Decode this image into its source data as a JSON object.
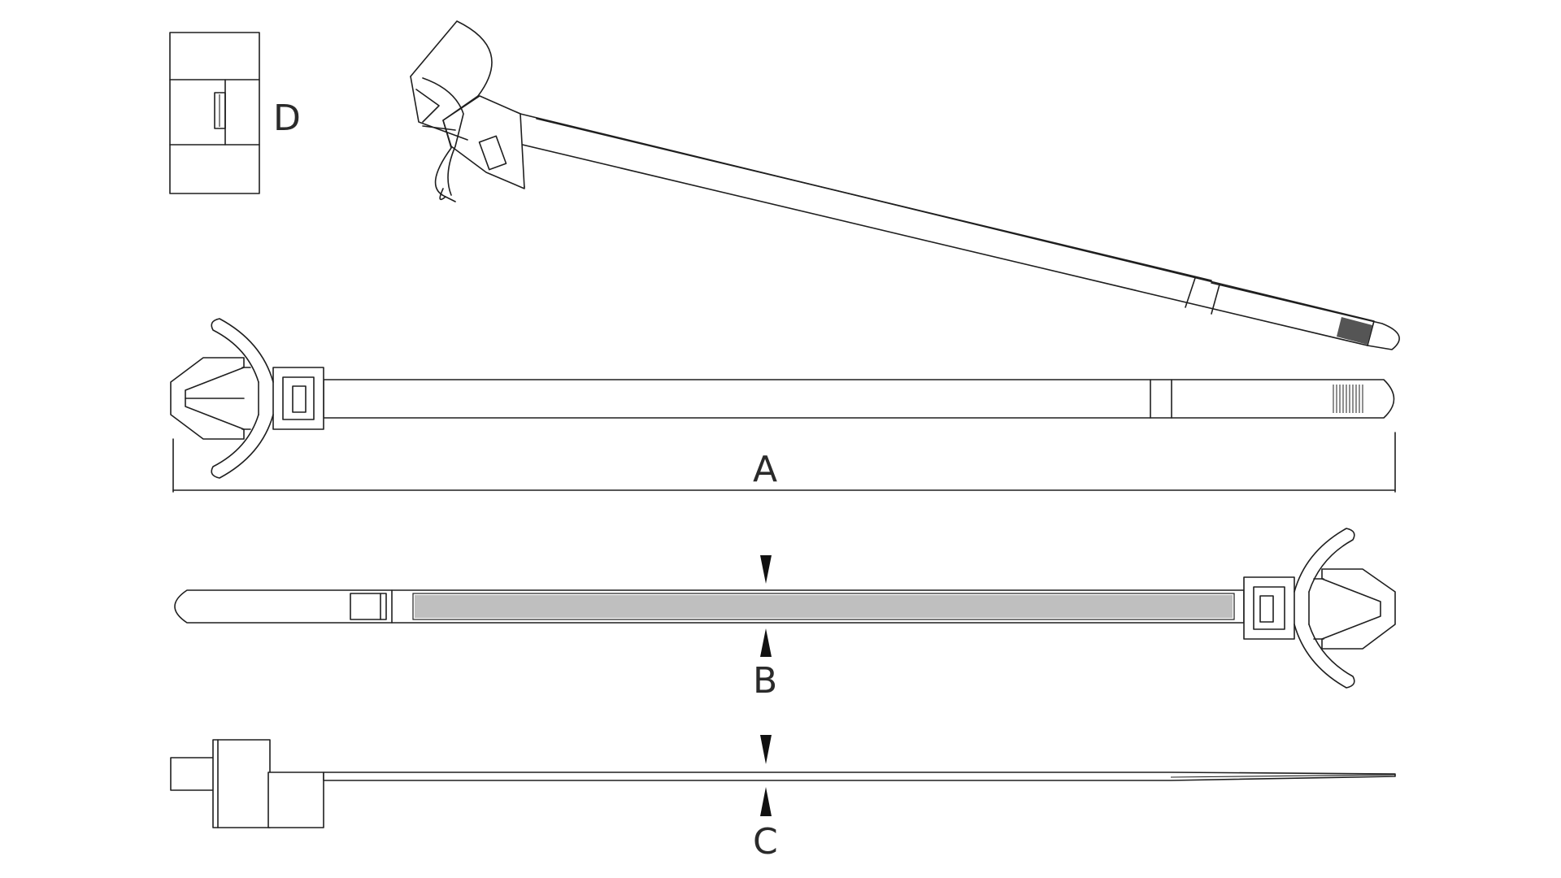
{
  "labels": {
    "length": "A",
    "width": "B",
    "thickness": "C",
    "head_width": "D"
  }
}
